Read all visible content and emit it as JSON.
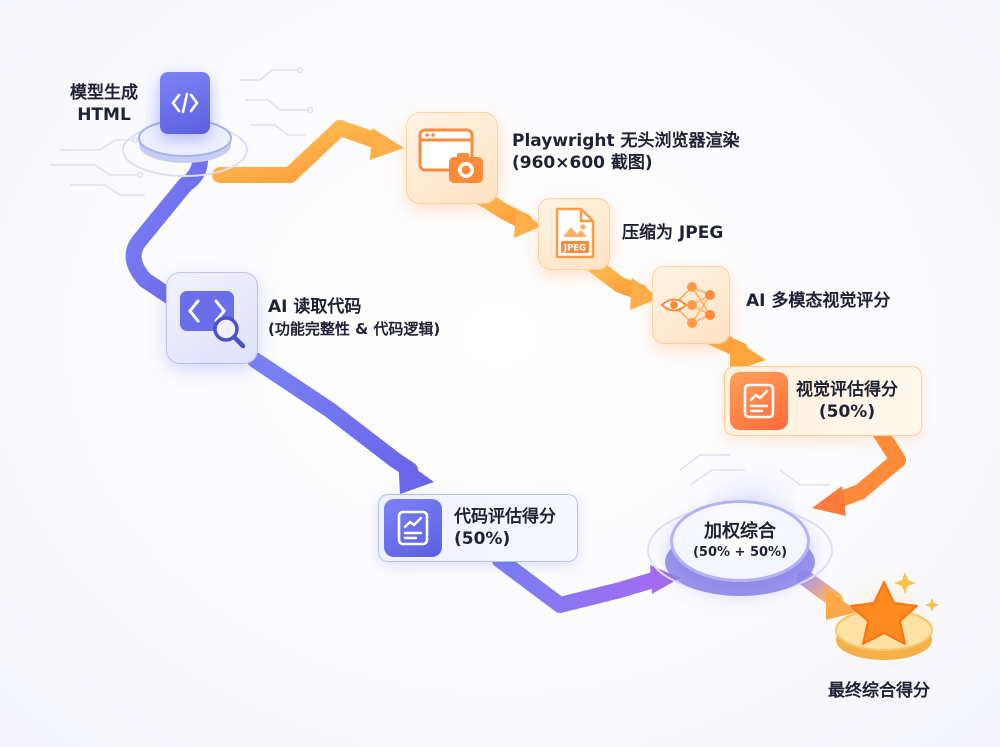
{
  "nodes": {
    "model_html": {
      "line1": "模型生成",
      "line2": "HTML",
      "icon": "code-file-icon"
    },
    "render": {
      "title": "Playwright 无头浏览器渲染",
      "sub": "(960×600 截图)",
      "icon": "browser-camera-icon"
    },
    "compress": {
      "title": "压缩为 JPEG",
      "icon": "jpeg-file-icon",
      "badge": "JPEG"
    },
    "ai_visual": {
      "title": "AI 多模态视觉评分",
      "icon": "neural-network-eye-icon"
    },
    "visual_score": {
      "title": "视觉评估得分",
      "sub": "(50%)",
      "icon": "chart-report-icon"
    },
    "ai_read": {
      "title": "AI 读取代码",
      "sub": "(功能完整性 & 代码逻辑)",
      "icon": "code-search-icon"
    },
    "code_score": {
      "title": "代码评估得分",
      "sub": "(50%)",
      "icon": "chart-report-icon"
    },
    "weighted": {
      "title": "加权综合",
      "sub": "(50% + 50%)"
    },
    "final": {
      "title": "最终综合得分",
      "icon": "star-icon"
    }
  },
  "colors": {
    "orange_flow": "#ffb23f",
    "orange_deep": "#ff7a3d",
    "blue_flow": "#6f76f0",
    "purple_flow": "#9a6cf0",
    "star": "#ff8a1f"
  }
}
